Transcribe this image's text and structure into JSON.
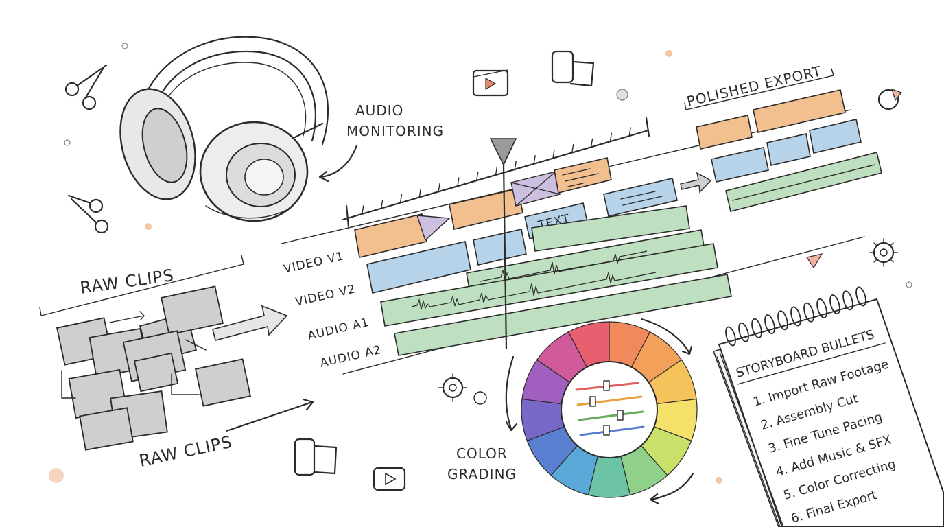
{
  "labels": {
    "audio_monitoring_1": "AUDIO",
    "audio_monitoring_2": "MONITORING",
    "polished_export": "POLISHED EXPORT",
    "raw_clips_top": "RAW CLIPS",
    "raw_clips_bottom": "RAW CLIPS",
    "color_grading_1": "COLOR",
    "color_grading_2": "GRADING",
    "clip_text": "TEXT"
  },
  "tracks": [
    {
      "id": "v1",
      "label": "VIDEO V1"
    },
    {
      "id": "v2",
      "label": "VIDEO V2"
    },
    {
      "id": "a1",
      "label": "AUDIO A1"
    },
    {
      "id": "a2",
      "label": "AUDIO A2"
    }
  ],
  "storyboard": {
    "title": "STORYBOARD BULLETS",
    "items": [
      "1. Import Raw Footage",
      "2. Assembly Cut",
      "3. Fine Tune Pacing",
      "4. Add Music & SFX",
      "5. Color Correcting",
      "6. Final Export"
    ]
  },
  "colors": {
    "ink": "#2b2b2b",
    "clip_orange": "#f2c08f",
    "clip_blue": "#b7d3ea",
    "clip_green": "#bfe0c0",
    "clip_purple": "#cdbfe0",
    "raw_clip_gray": "#cfcfcf"
  },
  "color_wheel": [
    "#f08a5d",
    "#f3a05a",
    "#f6c25b",
    "#f5e06a",
    "#c9e06a",
    "#8fd08a",
    "#6cc3a5",
    "#5aa8d8",
    "#5a7fd0",
    "#7a68c8",
    "#a160c0",
    "#d05a9a",
    "#e86070"
  ]
}
